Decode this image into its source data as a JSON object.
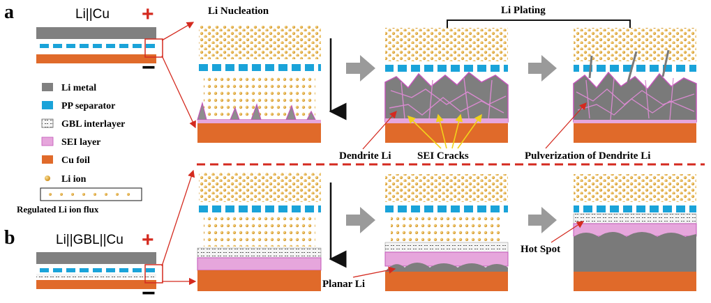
{
  "panel_a": {
    "letter": "a",
    "cell_label": "Li||Cu",
    "plus": "+",
    "minus": "−",
    "nucleation_title": "Li Nucleation",
    "plating_title": "Li Plating",
    "dendrite_label": "Dendrite Li",
    "sei_cracks_label": "SEI Cracks",
    "pulverization_label": "Pulverization of Dendrite Li"
  },
  "panel_b": {
    "letter": "b",
    "cell_label": "Li||GBL||Cu",
    "plus": "+",
    "minus": "−",
    "planar_label": "Planar Li",
    "hot_spot_label": "Hot Spot"
  },
  "legend": {
    "items": [
      {
        "key": "li-metal",
        "label": "Li metal"
      },
      {
        "key": "pp-separator",
        "label": "PP separator"
      },
      {
        "key": "gbl-interlayer",
        "label": "GBL interlayer"
      },
      {
        "key": "sei-layer",
        "label": "SEI layer"
      },
      {
        "key": "cu-foil",
        "label": "Cu foil"
      },
      {
        "key": "li-ion",
        "label": "Li ion"
      },
      {
        "key": "regulated-flux",
        "label": "Regulated Li ion flux"
      }
    ]
  },
  "colors": {
    "li_metal": "#808080",
    "pp_separator": "#1aa3d9",
    "sei": "#e6a6dc",
    "sei_edge": "#c256b8",
    "cu_foil": "#e06a2a",
    "li_ion": "#e0a72c",
    "red": "#d42a1f"
  }
}
